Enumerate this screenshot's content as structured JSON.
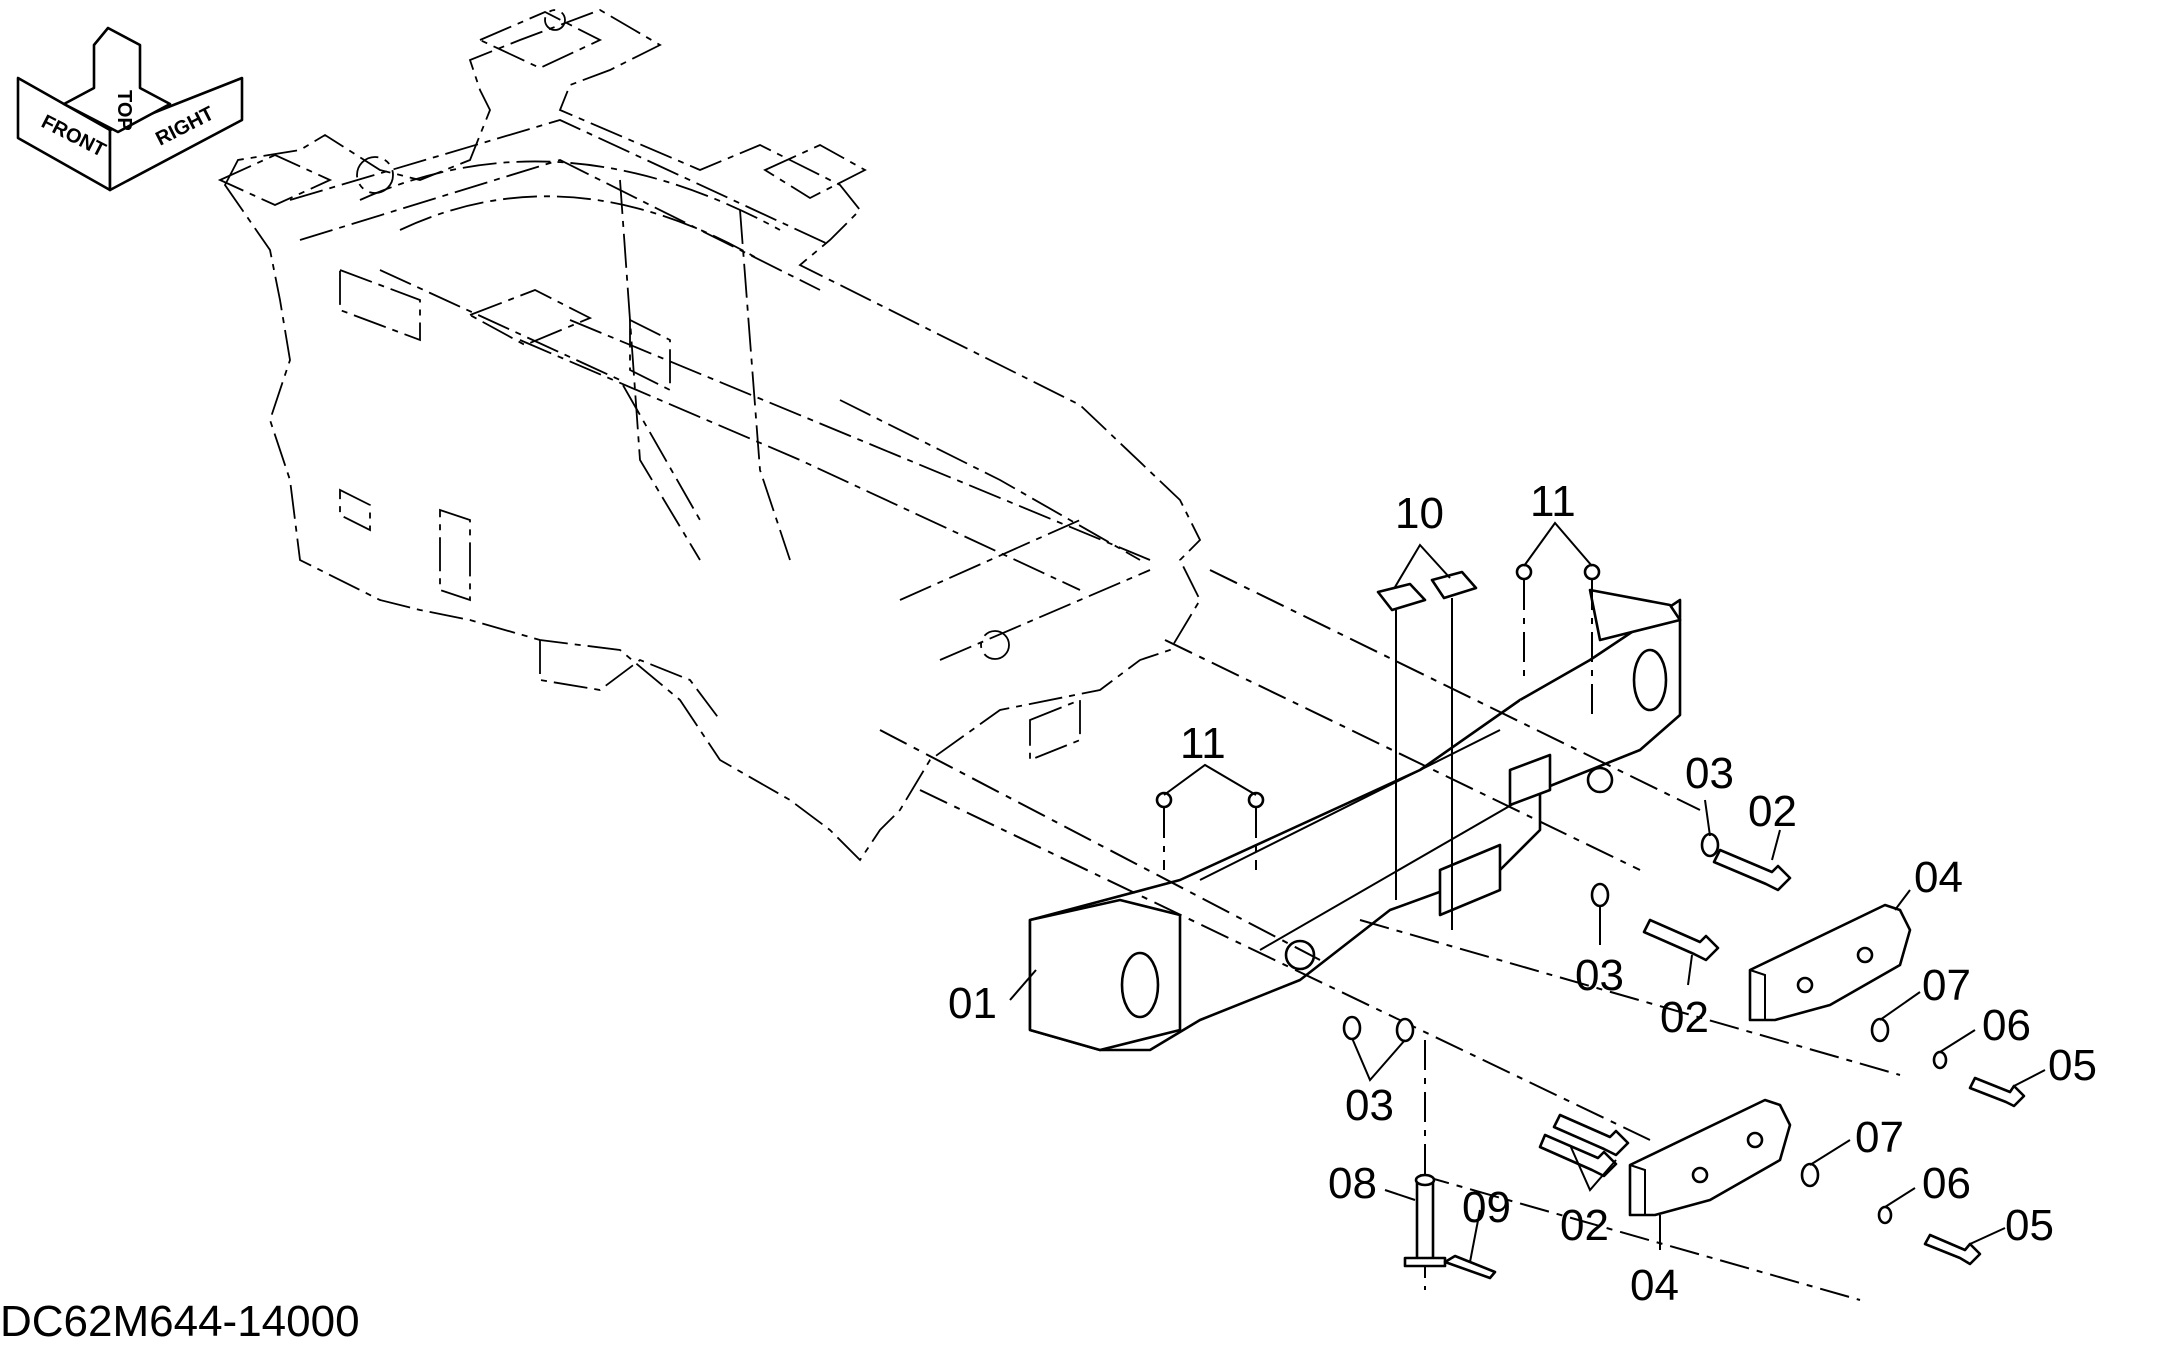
{
  "drawing_number": "DC62M644-14000",
  "orientation_marker": {
    "top": "TOP",
    "front": "FRONT",
    "right": "RIGHT"
  },
  "callouts": {
    "c01": "01",
    "c02a": "02",
    "c02b": "02",
    "c02c": "02",
    "c03a": "03",
    "c03b": "03",
    "c03c": "03",
    "c04a": "04",
    "c04b": "04",
    "c05a": "05",
    "c05b": "05",
    "c06a": "06",
    "c06b": "06",
    "c07a": "07",
    "c07b": "07",
    "c08": "08",
    "c09": "09",
    "c10": "10",
    "c11a": "11",
    "c11b": "11"
  }
}
